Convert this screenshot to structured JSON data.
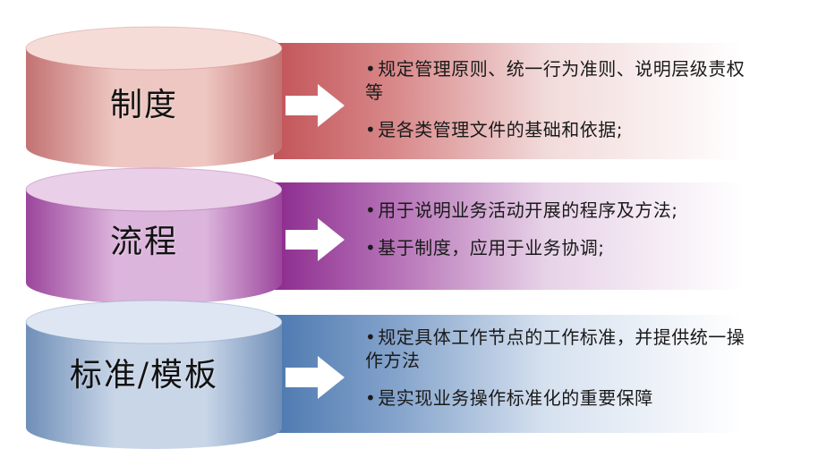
{
  "layers": [
    {
      "title": "制度",
      "bullets": [
        "规定管理原则、统一行为准则、说明层级责权等",
        "是各类管理文件的基础和依据;"
      ],
      "colors": {
        "panel": "#c25459",
        "disk_dark": "#c27272",
        "disk_light": "#eec7c2",
        "disk_top": "#f6dcd6"
      }
    },
    {
      "title": "流程",
      "bullets": [
        "用于说明业务活动开展的程序及方法;",
        "基于制度，应用于业务协调;"
      ],
      "colors": {
        "panel": "#8c2b8e",
        "disk_dark": "#9b469c",
        "disk_light": "#dcb5dc",
        "disk_top": "#e9cfe8"
      }
    },
    {
      "title": "标准/模板",
      "bullets": [
        "规定具体工作节点的工作标准，并提供统一操作方法",
        "是实现业务操作标准化的重要保障"
      ],
      "colors": {
        "panel": "#4d79b0",
        "disk_dark": "#6f8fb8",
        "disk_light": "#c9d6e8",
        "disk_top": "#dde6f2"
      }
    }
  ]
}
